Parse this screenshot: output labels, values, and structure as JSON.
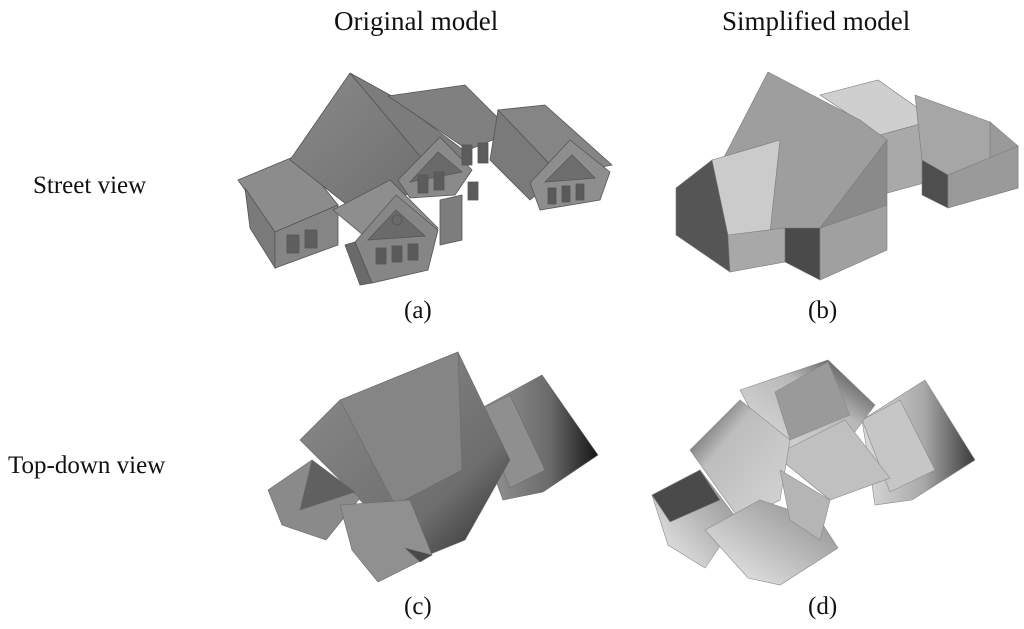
{
  "figure": {
    "column_headers": [
      "Original model",
      "Simplified model"
    ],
    "row_headers": [
      "Street view",
      "Top-down view"
    ],
    "captions": [
      "(a)",
      "(b)",
      "(c)",
      "(d)"
    ]
  }
}
